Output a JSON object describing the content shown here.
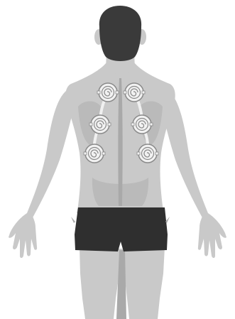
{
  "colors": {
    "background": "#ffffff",
    "skin": "#c9c9c9",
    "skin_shadow": "#a9a9a9",
    "skin_dark": "#8e8e8e",
    "hair": "#3a3a3a",
    "shorts": "#2f2f2f",
    "pad_fill": "#f2f2f2",
    "pad_stroke": "#8a8a8a",
    "wire": "#f0f0f0"
  },
  "illustration": {
    "subject": "figure-back-view",
    "icon": "tens-electrode-pads",
    "pads": [
      {
        "side": "left",
        "level": "upper"
      },
      {
        "side": "right",
        "level": "upper"
      },
      {
        "side": "left",
        "level": "middle"
      },
      {
        "side": "right",
        "level": "middle"
      },
      {
        "side": "left",
        "level": "lower"
      },
      {
        "side": "right",
        "level": "lower"
      }
    ]
  }
}
